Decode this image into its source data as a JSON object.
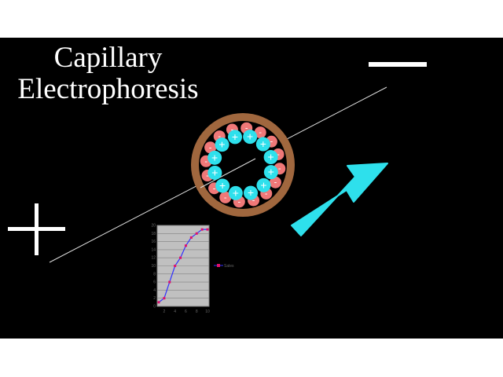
{
  "slide": {
    "title_line1": "Capillary",
    "title_line2": "Electrophoresis",
    "positive_electrode_symbol": "+",
    "negative_electrode_symbol": "-",
    "colors": {
      "background": "#000000",
      "capillary_wall": "#a0673e",
      "negative_ion": "#f07878",
      "positive_ion": "#2ee0ec",
      "flow_arrow": "#2ee0ec",
      "text": "#ffffff"
    },
    "icons": [
      "capillary-cross-section-icon",
      "flow-direction-arrow-icon",
      "plus-electrode-icon",
      "minus-electrode-icon"
    ]
  },
  "chart_data": {
    "type": "line",
    "x": [
      1,
      2,
      3,
      4,
      5,
      6,
      7,
      8,
      9,
      10
    ],
    "series": [
      {
        "values": [
          1,
          2,
          6,
          10,
          12,
          15,
          17,
          18,
          19,
          19
        ]
      }
    ],
    "xticks": [
      2,
      4,
      6,
      8,
      10
    ],
    "yticks": [
      0,
      2,
      4,
      6,
      8,
      10,
      12,
      14,
      16,
      18,
      20
    ],
    "xlim": [
      1,
      10
    ],
    "ylim": [
      0,
      20
    ],
    "legend": {
      "label": "Sales",
      "position": "right"
    },
    "grid": true,
    "line_color": "#3030ff",
    "marker_color": "#e0106a"
  }
}
